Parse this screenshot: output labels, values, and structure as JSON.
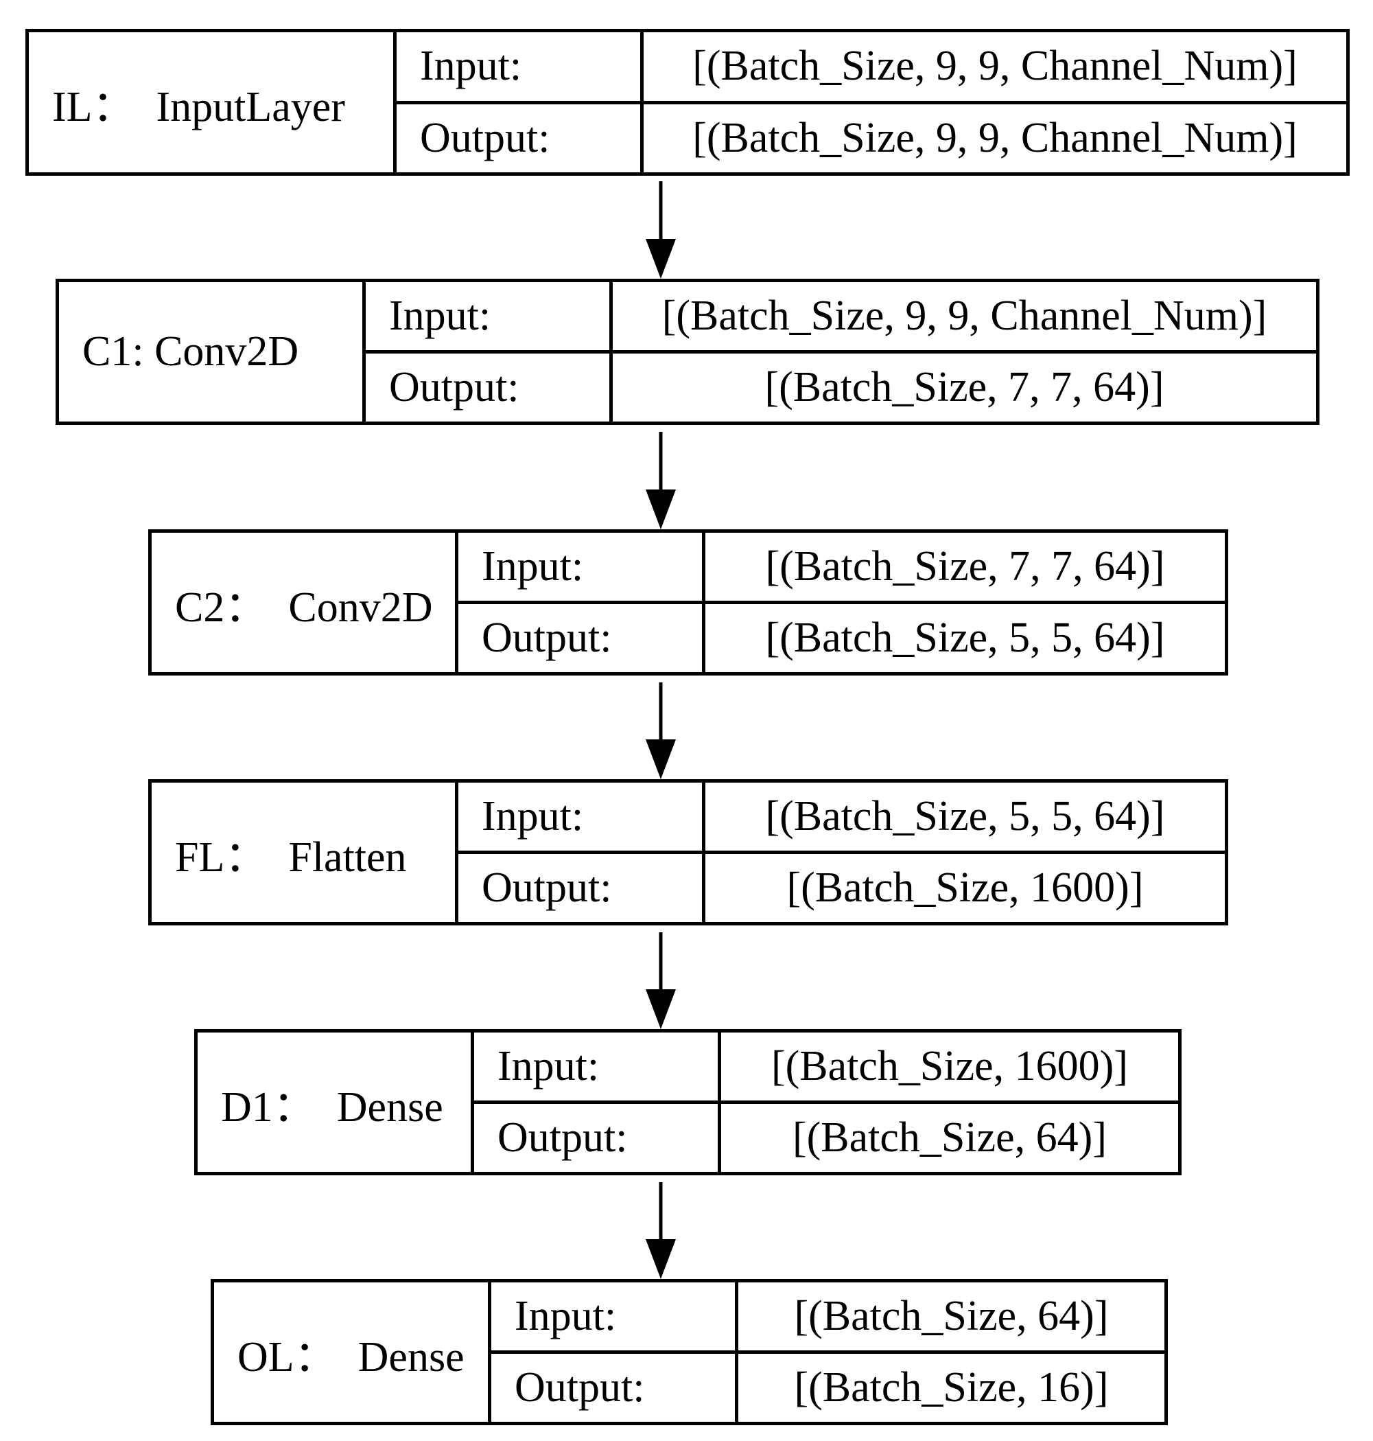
{
  "layers": [
    {
      "name": "IL：  InputLayer",
      "input_label": "Input:",
      "output_label": "Output:",
      "input": "[(Batch_Size, 9, 9, Channel_Num)]",
      "output": "[(Batch_Size, 9, 9, Channel_Num)]"
    },
    {
      "name": "C1: Conv2D",
      "input_label": "Input:",
      "output_label": "Output:",
      "input": "[(Batch_Size, 9, 9, Channel_Num)]",
      "output": "[(Batch_Size, 7, 7, 64)]"
    },
    {
      "name": "C2：  Conv2D",
      "input_label": "Input:",
      "output_label": "Output:",
      "input": "[(Batch_Size, 7, 7, 64)]",
      "output": "[(Batch_Size, 5, 5, 64)]"
    },
    {
      "name": "FL：  Flatten",
      "input_label": "Input:",
      "output_label": "Output:",
      "input": "[(Batch_Size, 5, 5, 64)]",
      "output": "[(Batch_Size, 1600)]"
    },
    {
      "name": "D1：  Dense",
      "input_label": "Input:",
      "output_label": "Output:",
      "input": "[(Batch_Size, 1600)]",
      "output": "[(Batch_Size, 64)]"
    },
    {
      "name": "OL：  Dense",
      "input_label": "Input:",
      "output_label": "Output:",
      "input": "[(Batch_Size, 64)]",
      "output": "[(Batch_Size, 16)]"
    }
  ]
}
